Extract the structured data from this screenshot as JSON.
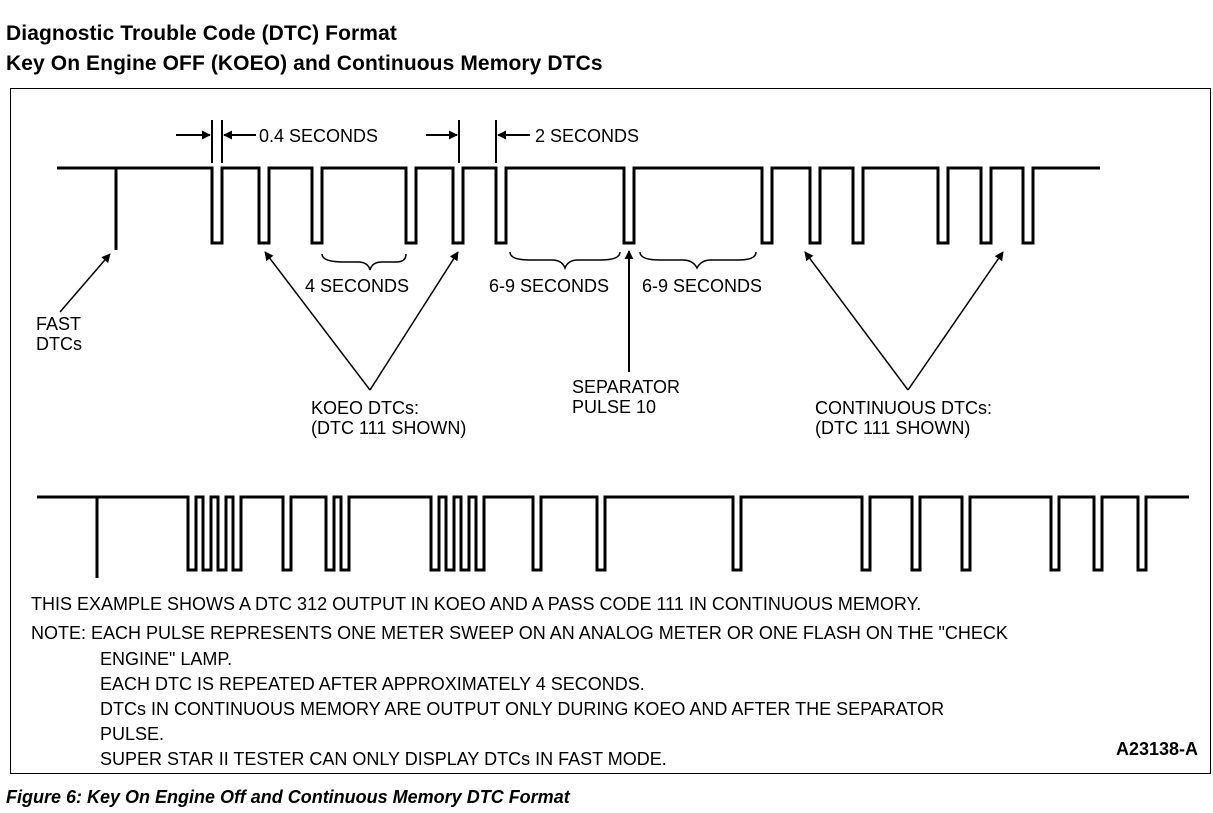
{
  "header": {
    "title": "Diagnostic Trouble Code (DTC) Format",
    "subtitle": "Key On Engine OFF (KOEO) and Continuous Memory DTCs"
  },
  "diagram": {
    "label_pulse_width": "0.4 SECONDS",
    "label_gap": "2 SECONDS",
    "label_repeat": "4 SECONDS",
    "label_sep_before": "6-9 SECONDS",
    "label_sep_after": "6-9 SECONDS",
    "label_fast_1": "FAST",
    "label_fast_2": "DTCs",
    "label_koeo_1": "KOEO DTCs:",
    "label_koeo_2": "(DTC 111 SHOWN)",
    "label_sep_1": "SEPARATOR",
    "label_sep_2": "PULSE 10",
    "label_cont_1": "CONTINUOUS DTCs:",
    "label_cont_2": "(DTC 111 SHOWN)"
  },
  "notes": {
    "example": "THIS EXAMPLE SHOWS A DTC 312 OUTPUT IN KOEO AND A PASS CODE 111 IN CONTINUOUS MEMORY.",
    "note_line1": "NOTE: EACH PULSE REPRESENTS ONE METER SWEEP ON AN ANALOG METER OR ONE FLASH ON THE \"CHECK",
    "note_line2": "ENGINE\" LAMP.",
    "note_line3": "EACH DTC IS REPEATED AFTER APPROXIMATELY 4 SECONDS.",
    "note_line4": "DTCs IN CONTINUOUS MEMORY ARE OUTPUT ONLY DURING KOEO AND AFTER THE SEPARATOR",
    "note_line5": "PULSE.",
    "note_line6": "SUPER STAR II TESTER CAN ONLY DISPLAY DTCs IN FAST MODE."
  },
  "figure_id": "A23138-A",
  "caption": "Figure 6: Key On Engine Off and Continuous Memory DTC Format"
}
